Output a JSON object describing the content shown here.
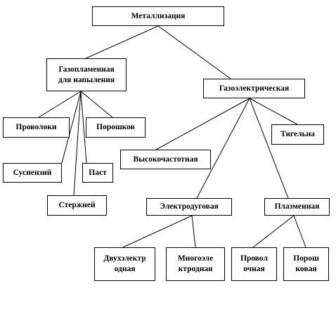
{
  "nodes": {
    "metallization": "Металлизация",
    "gas_flame": "Газопламенная\nдля напыления",
    "gas_electric": "Газоэлектрическая",
    "wires_gf": "Проволоки",
    "powders_gf": "Порошков",
    "suspensions": "Суспензий",
    "pastes": "Паст",
    "rods": "Стержней",
    "crucible": "Тигельна",
    "high_frequency": "Высокочастотная",
    "electric_arc": "Электродуговая",
    "plasma": "Плазменная",
    "two_electrode": "Двухэлектр\nодная",
    "multi_electrode": "Многоэле\nктродная",
    "wire_plasma": "Провол\nочная",
    "powder_plasma": "Порош\nковая"
  }
}
